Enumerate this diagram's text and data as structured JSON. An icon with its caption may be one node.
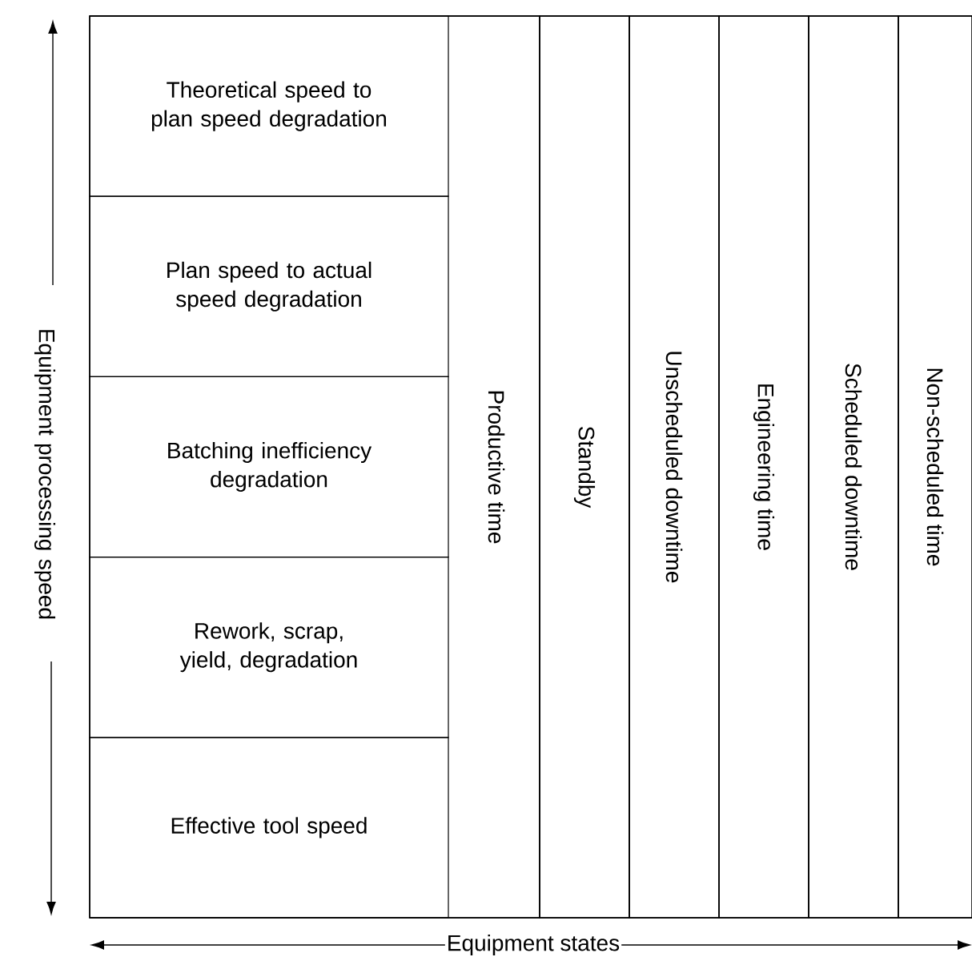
{
  "diagram": {
    "nodes": [
      {
        "text": [
          "Productive time"
        ]
      },
      {
        "text": [
          "Theoretical speed to plan speed degradation"
        ],
        "in": 0
      },
      {
        "text": [
          "Plan speed to actual speed degradation"
        ],
        "in": 0
      },
      {
        "text": [
          "Batching inefficiency degradation"
        ],
        "in": 0
      },
      {
        "text": [
          "Rework, scrap, yield, degradation"
        ],
        "in": 0
      },
      {
        "text": [
          "Effective tool speed"
        ],
        "in": 0
      },
      {
        "text": [
          "Standby"
        ]
      },
      {
        "text": [
          "Unscheduled downtime"
        ]
      },
      {
        "text": [
          "Engineering time"
        ]
      },
      {
        "text": [
          "Scheduled downtime"
        ]
      },
      {
        "text": [
          "Non-scheduled time"
        ]
      }
    ],
    "labels": [
      "Equipment processing speed",
      "Equipment states"
    ]
  }
}
